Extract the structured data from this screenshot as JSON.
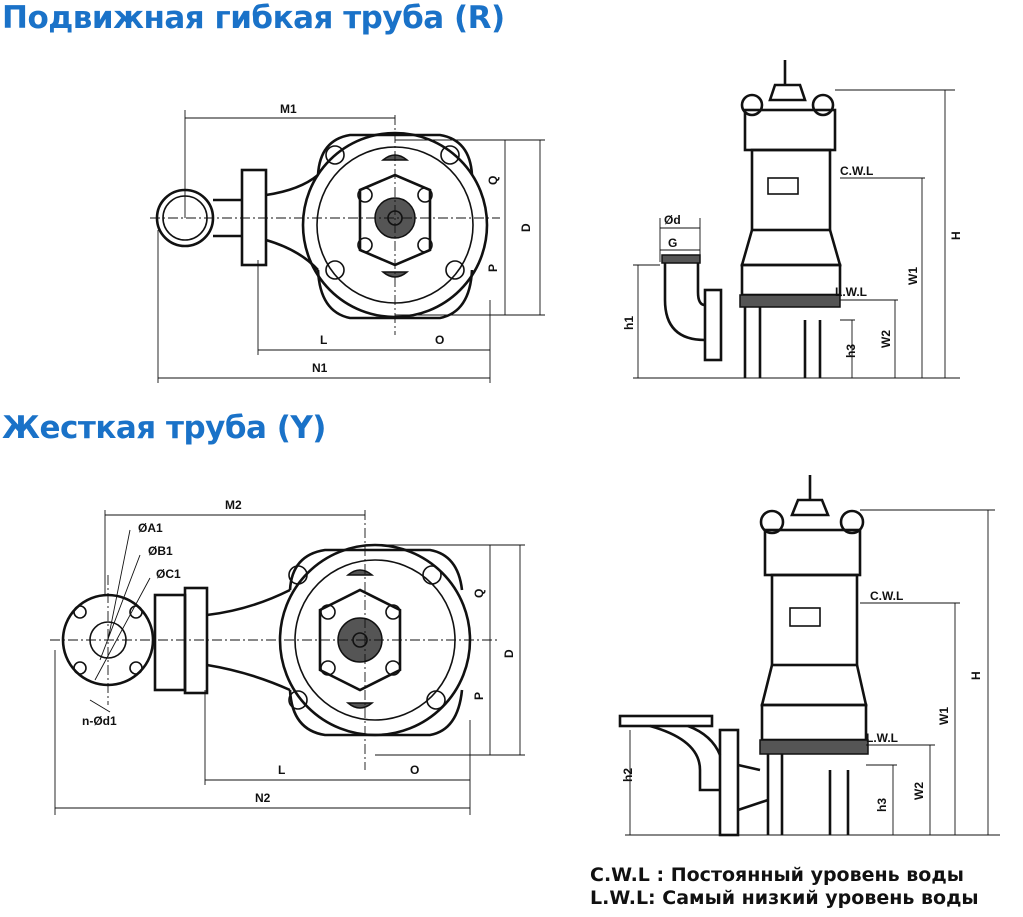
{
  "sections": [
    {
      "title": "Подвижная гибкая труба (R)",
      "plan_labels": {
        "m": "M1",
        "d": "D",
        "q": "Q",
        "p": "P",
        "l": "L",
        "o": "O",
        "n": "N1"
      },
      "side_labels": {
        "cwl": "C.W.L",
        "lwl": "L.W.L",
        "h": "H",
        "w1": "W1",
        "w2": "W2",
        "h3": "h3",
        "h1": "h1",
        "od": "Ød",
        "g": "G"
      }
    },
    {
      "title": "Жесткая труба (Y)",
      "plan_labels": {
        "m": "M2",
        "d": "D",
        "q": "Q",
        "p": "P",
        "l": "L",
        "o": "O",
        "n": "N2",
        "a1": "ØA1",
        "b1": "ØB1",
        "c1": "ØC1",
        "nd1": "n-Ød1"
      },
      "side_labels": {
        "cwl": "C.W.L",
        "lwl": "L.W.L",
        "h": "H",
        "w1": "W1",
        "w2": "W2",
        "h3": "h3",
        "h2": "h2"
      }
    }
  ],
  "legend": [
    "C.W.L : Постоянный уровень воды",
    "L.W.L: Самый низкий уровень воды"
  ],
  "colors": {
    "title": "#1a72c8",
    "lines": "#111111"
  }
}
